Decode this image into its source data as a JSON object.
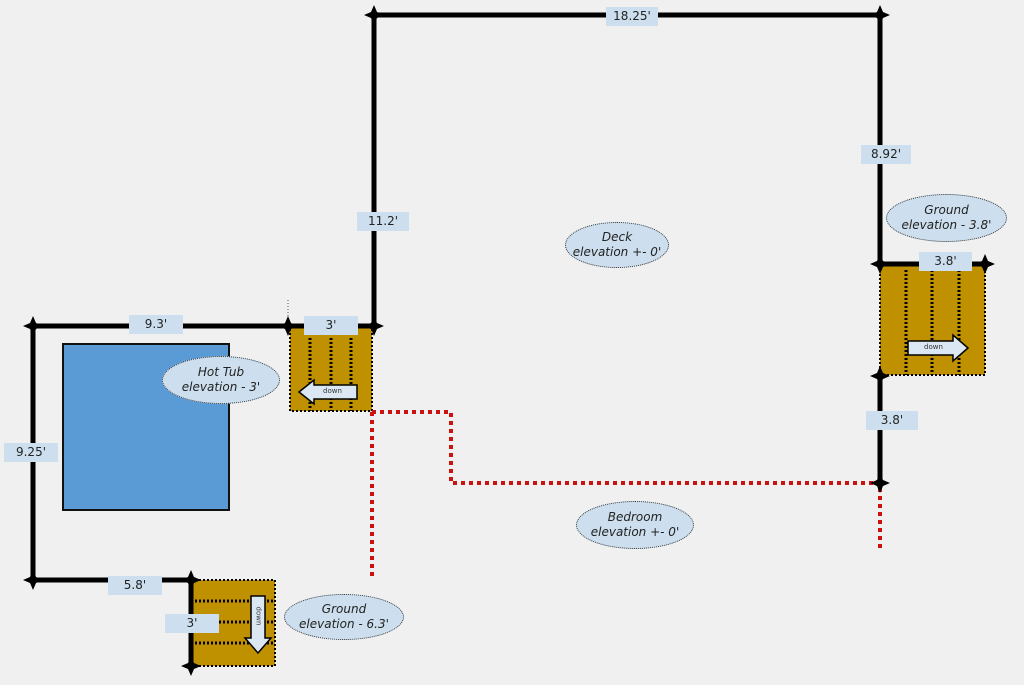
{
  "colors": {
    "background": "#f0f0f0",
    "wall": "#000000",
    "label_fill": "#cddfee",
    "hot_tub": "#5b9bd5",
    "stairs": "#bf9000",
    "bedroom_boundary": "#cc1111"
  },
  "dimensions": {
    "deck_top": "18.25'",
    "deck_right_upper": "8.92'",
    "deck_left": "11.2'",
    "stairs_right_width": "3.8'",
    "deck_right_lower": "3.8'",
    "hot_tub_top": "9.3'",
    "stairs_left_width": "3'",
    "hot_tub_left": "9.25'",
    "hot_tub_bottom": "5.8'",
    "stairs_bottom_width": "3'"
  },
  "areas": {
    "deck": {
      "name": "Deck",
      "elevation": "elevation +- 0'"
    },
    "hot_tub": {
      "name": "Hot Tub",
      "elevation": "elevation - 3'"
    },
    "ground_right": {
      "name": "Ground",
      "elevation": "elevation - 3.8'"
    },
    "ground_bottom": {
      "name": "Ground",
      "elevation": "elevation - 6.3'"
    },
    "bedroom": {
      "name": "Bedroom",
      "elevation": "elevation +- 0'"
    }
  },
  "stairs": {
    "left": {
      "direction_label": "down",
      "direction": "left"
    },
    "right": {
      "direction_label": "down",
      "direction": "right"
    },
    "bottom": {
      "direction_label": "down",
      "direction": "down"
    }
  }
}
